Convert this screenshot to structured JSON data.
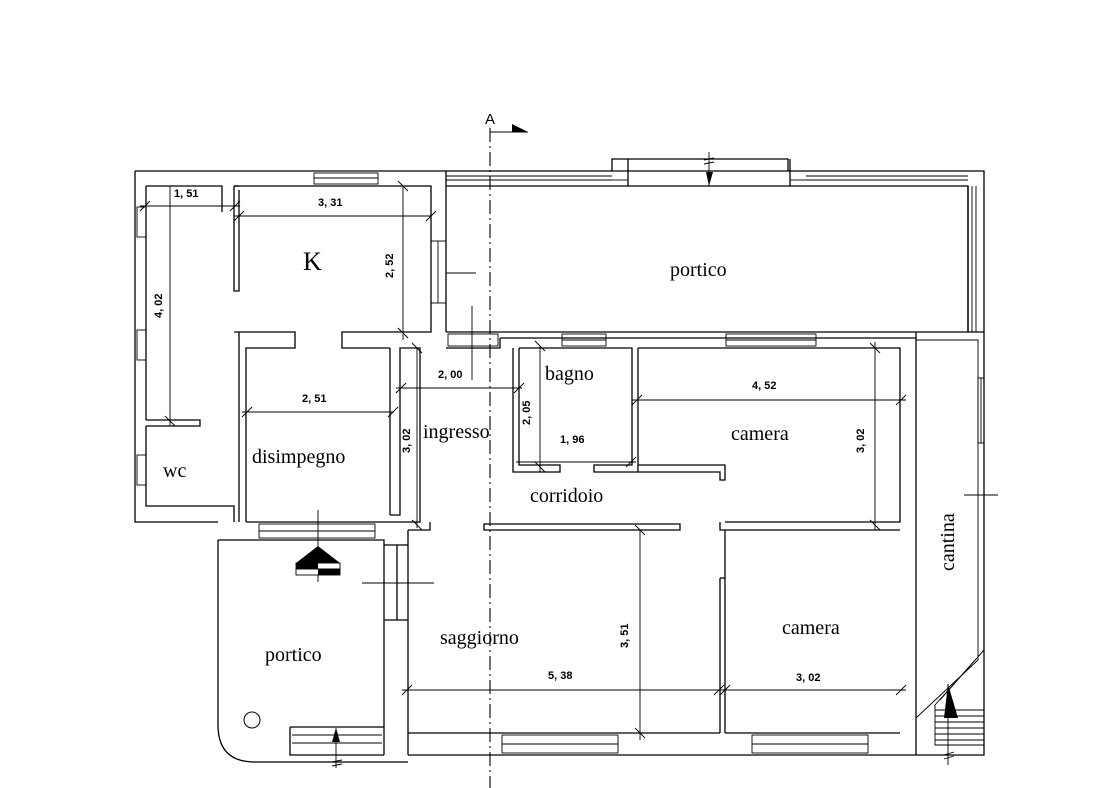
{
  "section_marker": "A",
  "rooms": {
    "k": "K",
    "portico_top": "portico",
    "wc": "wc",
    "disimpegno": "disimpegno",
    "ingresso": "ingresso",
    "bagno": "bagno",
    "camera_1": "camera",
    "corridoio": "corridoio",
    "cantina": "cantina",
    "portico_bottom": "portico",
    "saggiorno": "saggiorno",
    "camera_2": "camera"
  },
  "dimensions": {
    "wc_width": "1, 51",
    "wc_height": "4, 02",
    "k_width": "3, 31",
    "k_height": "2, 52",
    "disimpegno_width": "2, 51",
    "disimpegno_height": "3, 02",
    "ingresso_width": "2, 00",
    "bagno_height": "2, 05",
    "bagno_width": "1, 96",
    "camera_1_width": "4, 52",
    "camera_1_height": "3, 02",
    "saggiorno_height": "3, 51",
    "saggiorno_width": "5, 38",
    "camera_2_width": "3, 02"
  }
}
